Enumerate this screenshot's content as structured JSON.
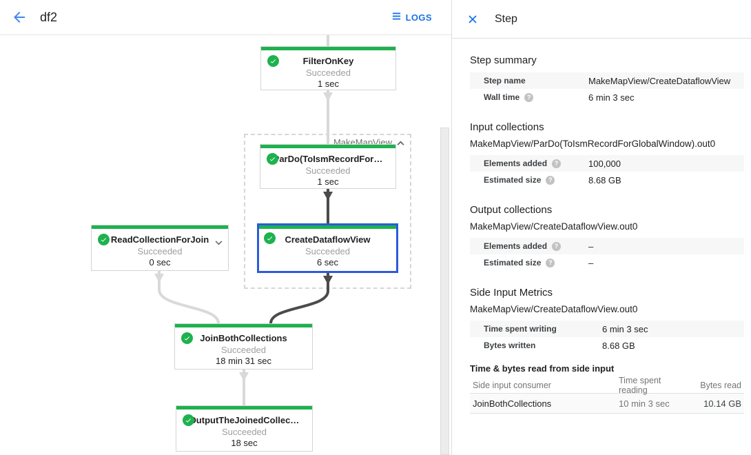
{
  "colors": {
    "accent_blue": "#1a73e8",
    "back_arrow_blue": "#4285f4",
    "node_green": "#1db24e",
    "selection_blue": "#2b5bd7",
    "edge_light": "#d9d9d9",
    "edge_dark": "#4b4b4b"
  },
  "header": {
    "title": "df2",
    "logs_label": "LOGS"
  },
  "graph": {
    "group_label": "MakeMapView",
    "nodes": {
      "filter": {
        "title": "FilterOnKey",
        "status": "Succeeded",
        "time": "1 sec"
      },
      "pardo": {
        "title": "ParDo(ToIsmRecordFor…",
        "status": "Succeeded",
        "time": "1 sec"
      },
      "create": {
        "title": "CreateDataflowView",
        "status": "Succeeded",
        "time": "6 sec"
      },
      "read": {
        "title": "ReadCollectionForJoin",
        "status": "Succeeded",
        "time": "0 sec"
      },
      "join": {
        "title": "JoinBothCollections",
        "status": "Succeeded",
        "time": "18 min 31 sec"
      },
      "output": {
        "title": "OutputTheJoinedCollec…",
        "status": "Succeeded",
        "time": "18 sec"
      }
    }
  },
  "panel": {
    "title": "Step",
    "summary": {
      "heading": "Step summary",
      "rows": [
        {
          "label": "Step name",
          "value": "MakeMapView/CreateDataflowView"
        },
        {
          "label": "Wall time",
          "value": "6 min 3 sec"
        }
      ]
    },
    "input_collections": {
      "heading": "Input collections",
      "collection": "MakeMapView/ParDo(ToIsmRecordForGlobalWindow).out0",
      "rows": [
        {
          "label": "Elements added",
          "value": "100,000"
        },
        {
          "label": "Estimated size",
          "value": "8.68 GB"
        }
      ]
    },
    "output_collections": {
      "heading": "Output collections",
      "collection": "MakeMapView/CreateDataflowView.out0",
      "rows": [
        {
          "label": "Elements added",
          "value": "–"
        },
        {
          "label": "Estimated size",
          "value": "–"
        }
      ]
    },
    "side_input_metrics": {
      "heading": "Side Input Metrics",
      "collection": "MakeMapView/CreateDataflowView.out0",
      "rows": [
        {
          "label": "Time spent writing",
          "value": "6 min 3 sec"
        },
        {
          "label": "Bytes written",
          "value": "8.68 GB"
        }
      ],
      "table": {
        "heading": "Time & bytes read from side input",
        "columns": [
          "Side input consumer",
          "Time spent reading",
          "Bytes read"
        ],
        "rows": [
          {
            "consumer": "JoinBothCollections",
            "time_reading": "10 min 3 sec",
            "bytes_read": "10.14 GB"
          }
        ]
      }
    }
  }
}
